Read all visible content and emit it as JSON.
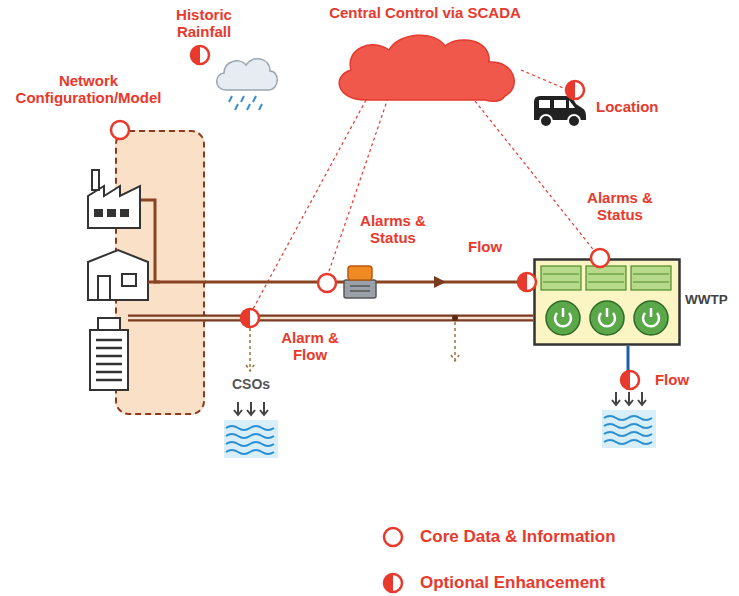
{
  "diagram": {
    "nodes": [
      {
        "text": [
          "Central Control via SCADA"
        ]
      },
      {
        "text": [
          "Network Configuration/Model"
        ]
      },
      {
        "text": [
          "WWTP"
        ]
      },
      {
        "text": [
          "Location"
        ]
      }
    ],
    "edges": [
      {
        "from": 0,
        "to": 3,
        "arrow": "none"
      },
      {
        "from": 0,
        "to": 2,
        "arrow": "none"
      },
      {
        "from": 1,
        "to": 2,
        "label": "Flow",
        "arrow": "to"
      },
      {
        "from": 1,
        "to": 2,
        "arrow": "none"
      }
    ],
    "labels": [
      "Historic Rainfall",
      "Alarms & Status",
      "Alarms & Status",
      "Alarm & Flow",
      "CSOs",
      "Flow"
    ],
    "legend": [
      {
        "text": "Core Data & Information"
      },
      {
        "text": "Optional Enhancement"
      }
    ]
  }
}
